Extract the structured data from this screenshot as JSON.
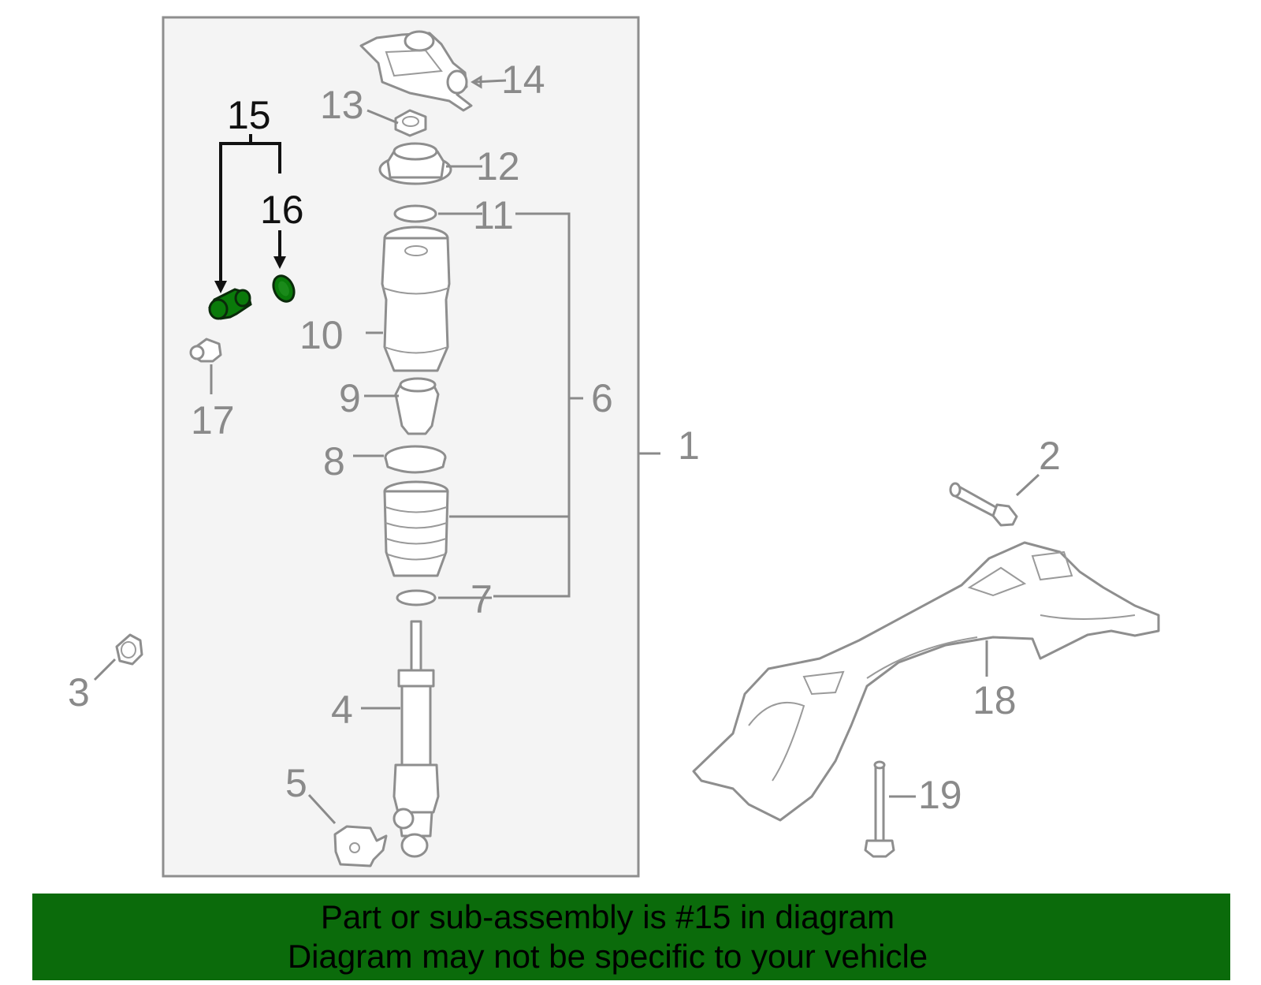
{
  "callouts": {
    "c1": "1",
    "c2": "2",
    "c3": "3",
    "c4": "4",
    "c5": "5",
    "c6": "6",
    "c7": "7",
    "c8": "8",
    "c9": "9",
    "c10": "10",
    "c11": "11",
    "c12": "12",
    "c13": "13",
    "c14": "14",
    "c15": "15",
    "c16": "16",
    "c17": "17",
    "c18": "18",
    "c19": "19"
  },
  "highlight_color": "#0b6b0b",
  "banner": {
    "line1": "Part or sub-assembly is #15 in diagram",
    "line2": "Diagram may not be specific to your vehicle"
  }
}
